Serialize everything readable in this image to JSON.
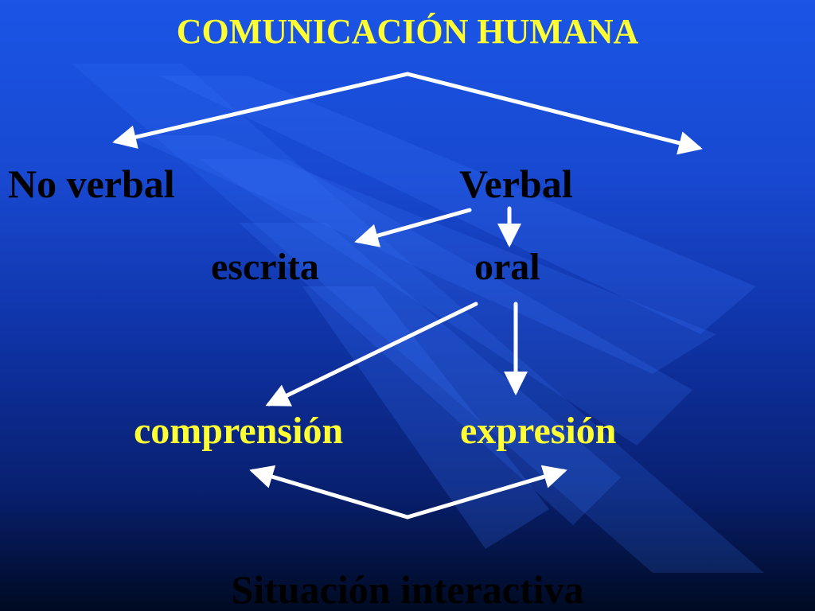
{
  "title": "COMUNICACIÓN HUMANA",
  "nodes": {
    "no_verbal": "No verbal",
    "verbal": "Verbal",
    "escrita": "escrita",
    "oral": "oral",
    "comprension": "comprensión",
    "expresion": "expresión",
    "situacion": "Situación interactiva"
  },
  "colors": {
    "background_top": "#1a55e6",
    "background_bottom": "#000a22",
    "highlight_text": "#ffff33",
    "node_text": "#000000",
    "arrow": "#ffffff"
  }
}
